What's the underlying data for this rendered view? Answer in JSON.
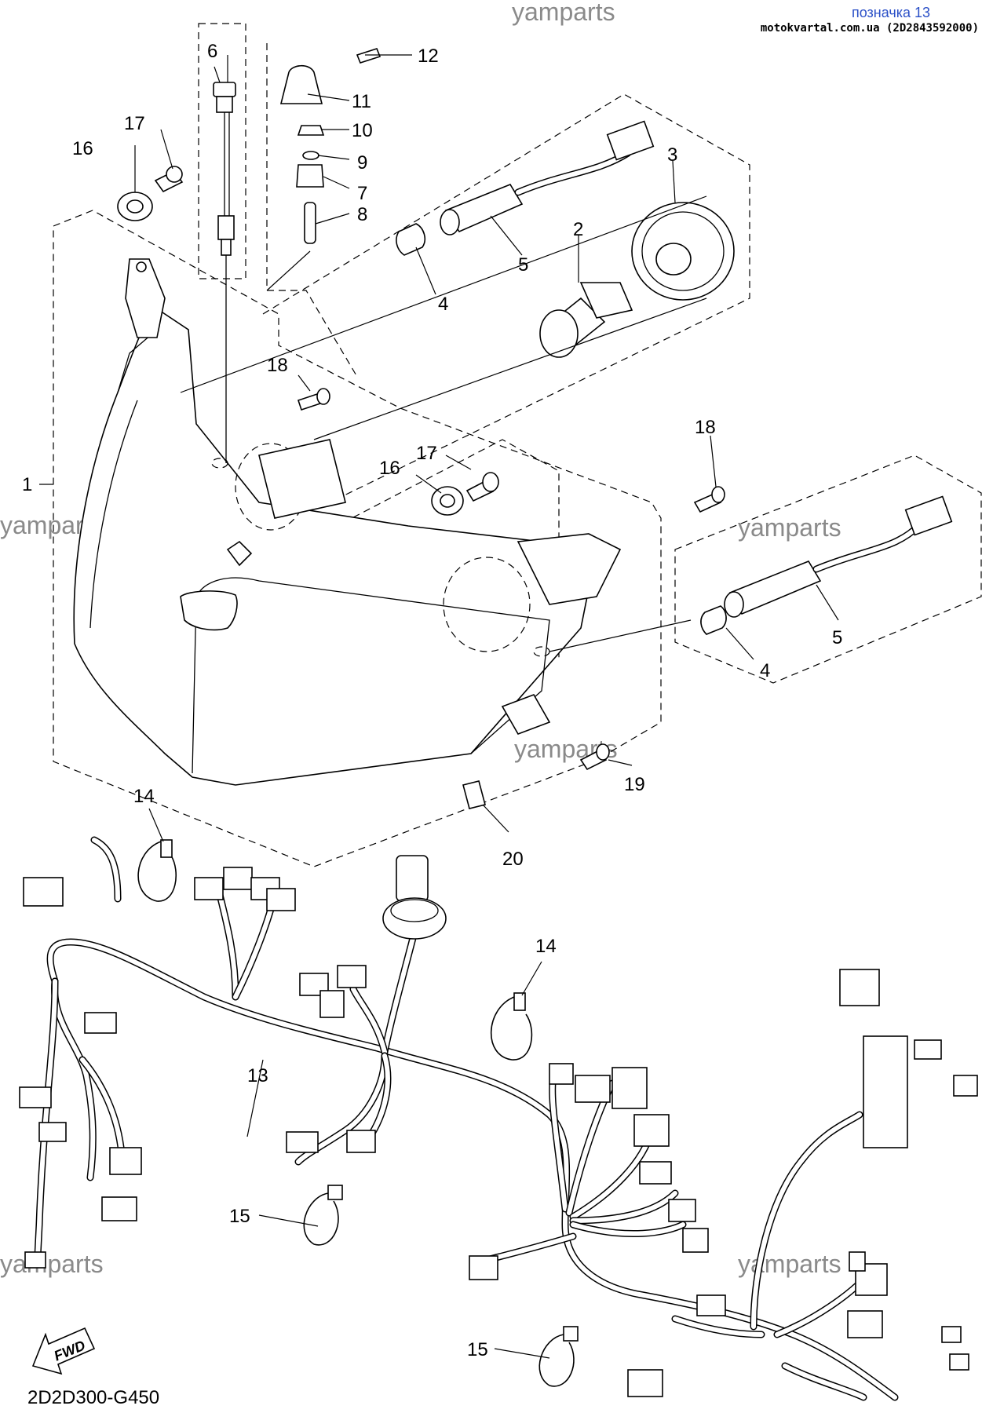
{
  "header": {
    "badge_title": "позначка 13",
    "badge_source": "motokvartal.com.ua (2D2843592000)"
  },
  "watermark": "yamparts",
  "diagram_code": "2D2D300-G450",
  "fwd_label": "FWD",
  "callouts": {
    "c1": "1",
    "c2": "2",
    "c3": "3",
    "c4a": "4",
    "c4b": "4",
    "c5a": "5",
    "c5b": "5",
    "c6": "6",
    "c7": "7",
    "c8": "8",
    "c9": "9",
    "c10": "10",
    "c11": "11",
    "c12": "12",
    "c13": "13",
    "c14a": "14",
    "c14b": "14",
    "c15a": "15",
    "c15b": "15",
    "c16a": "16",
    "c16b": "16",
    "c17a": "17",
    "c17b": "17",
    "c18a": "18",
    "c18b": "18",
    "c19": "19",
    "c20": "20"
  },
  "colors": {
    "badge_title": "#2a4fc7",
    "line": "#000000",
    "watermark": "#8a8a8a"
  }
}
